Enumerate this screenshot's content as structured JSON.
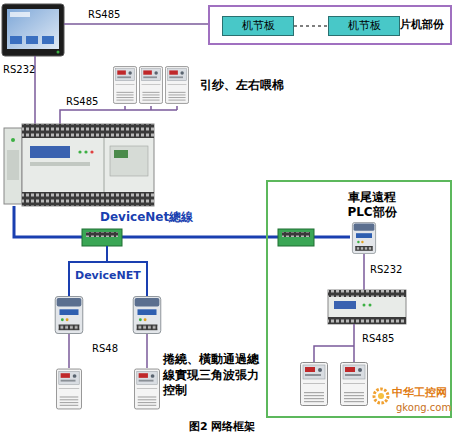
{
  "diagram": {
    "caption": "图2 网络框架",
    "nodes": [
      {
        "text": [
          "单片机部份"
        ]
      },
      {
        "text": [
          "机节板"
        ],
        "in": 0
      },
      {
        "text": [
          "机节板"
        ],
        "in": 0
      },
      {
        "text": [
          "車尾遠程 PLC部份"
        ]
      }
    ],
    "edges": [
      {
        "from": 1,
        "to": 2,
        "arrow": "none"
      }
    ],
    "labels": [
      "RS485",
      "RS232",
      "引纱、左右喂棉",
      "RS485",
      "DeviceNet總線",
      "DeviceNET",
      "RS48",
      "捲繞、橫動通過總線實現三角波張力控制",
      "RS232",
      "RS485",
      "中华工控网",
      "gkong.com"
    ]
  }
}
